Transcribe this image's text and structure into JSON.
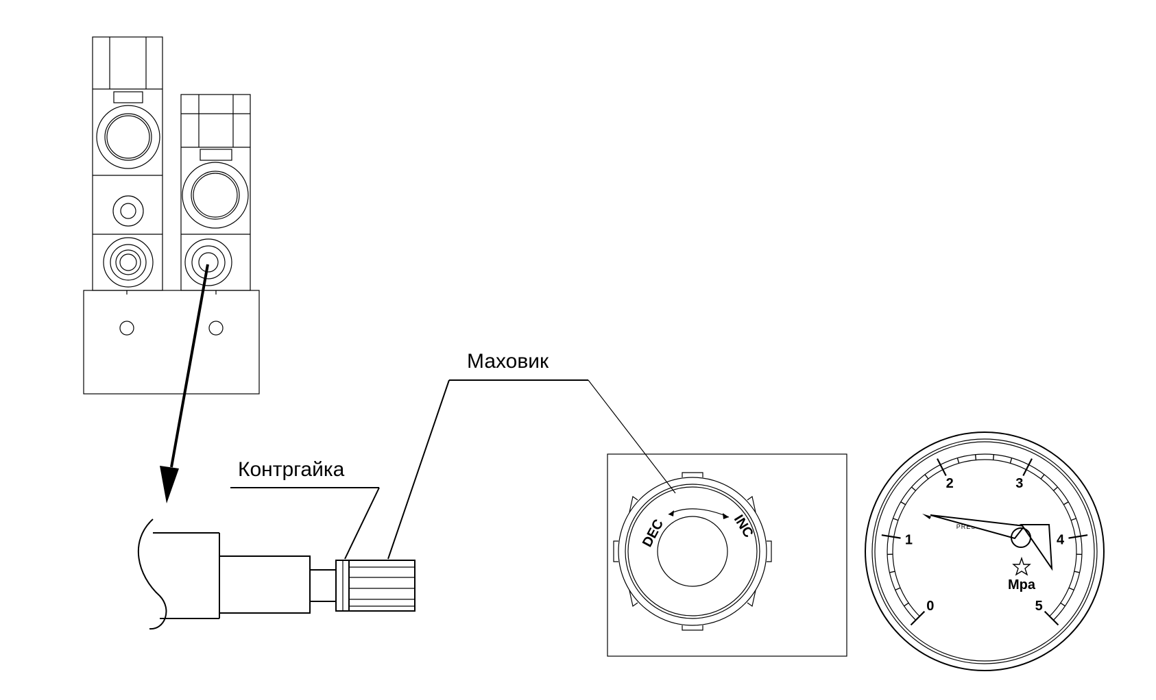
{
  "labels": {
    "flywheel": "Маховик",
    "locknut": "Контргайка"
  },
  "regulator": {
    "dec": "DEC",
    "inc": "INC"
  },
  "gauge": {
    "title": "PRESSURE GAUGE",
    "unit": "Mpa",
    "ticks": [
      "0",
      "1",
      "2",
      "3",
      "4",
      "5"
    ],
    "needle_value": 0.95
  },
  "colors": {
    "line": "#000000",
    "background": "#ffffff"
  }
}
